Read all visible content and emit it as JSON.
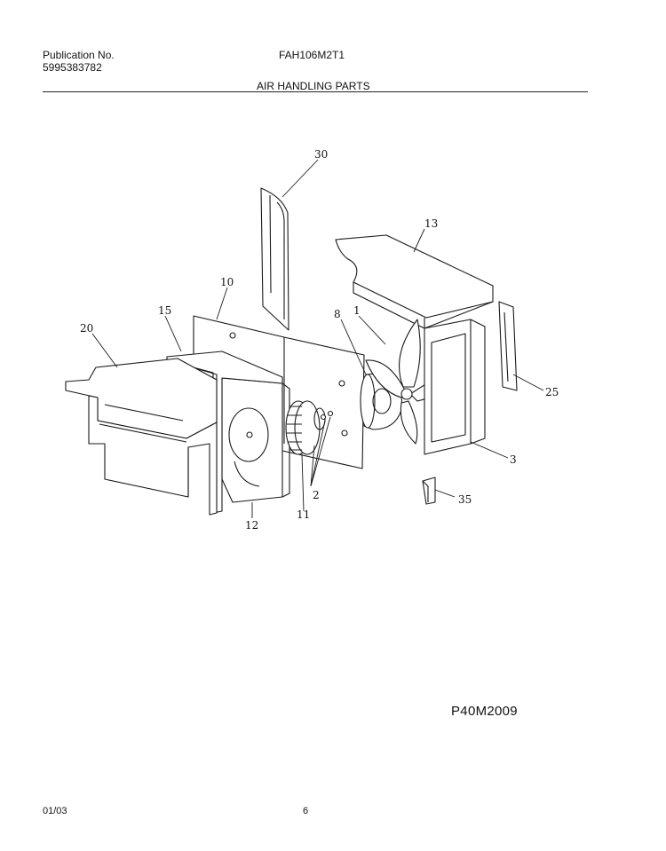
{
  "header": {
    "publication_label": "Publication No.",
    "publication_number": "5995383782",
    "model": "FAH106M2T1",
    "section_title": "AIR HANDLING PARTS"
  },
  "diagram": {
    "callouts": [
      "30",
      "13",
      "10",
      "15",
      "8",
      "1",
      "20",
      "25",
      "3",
      "2",
      "35",
      "12",
      "11"
    ],
    "figure_code": "P40M2009"
  },
  "footer": {
    "date": "01/03",
    "page": "6"
  }
}
